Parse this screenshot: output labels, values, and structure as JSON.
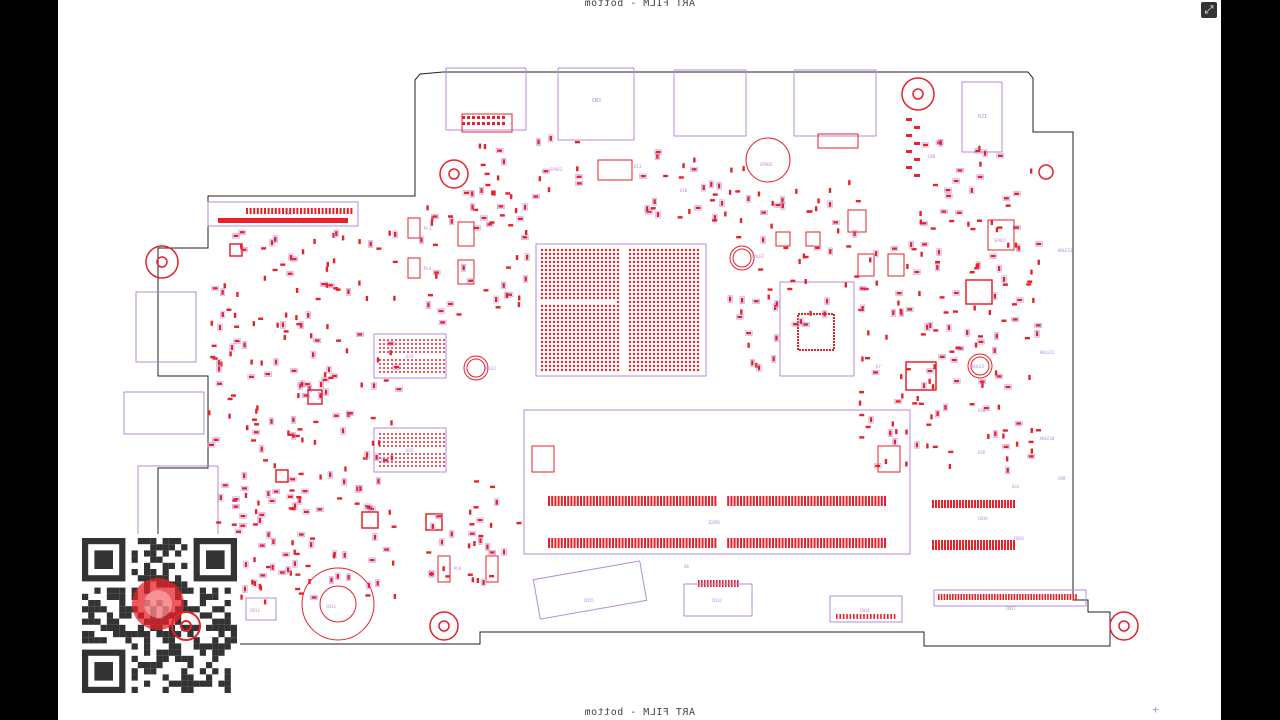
{
  "viewer": {
    "film_label_top": "ART FILM - bottom",
    "film_label_bottom": "ART FILM - bottom",
    "fit_button_icon": "fit-screen-icon"
  },
  "board": {
    "outline_color": "#222222",
    "copper_color": "#e8202a",
    "silk_color": "#b48ae0",
    "labels": {
      "cn1": "CN1",
      "cn3": "CN3",
      "cn17": "CN17",
      "cn14": "CN14",
      "cn12": "CN12",
      "cn13": "CN13",
      "cn11": "CN11",
      "cn15": "CN15",
      "cn19": "CN19",
      "cn20": "CN20",
      "u24": "U24",
      "u25": "U25",
      "u13": "U13",
      "u18": "U18",
      "u26": "U26",
      "u28": "U28",
      "u31": "U31",
      "u7": "U7",
      "u6": "U6",
      "jdimm": "JDIM1",
      "hole1": "HOLE1",
      "hole2": "HOLE2",
      "hole3": "HOLE3",
      "hole12": "HOLE12",
      "hole10": "HOLE10",
      "hole13": "HOLE13",
      "spad3": "SPAD3",
      "spad6": "SPAD6",
      "spad7": "SPAD7",
      "rj1": "RJ1",
      "pl1": "PL1",
      "pl4": "PL4",
      "pl9": "PL9",
      "cn8": "CN8",
      "cn9": "CN9"
    }
  }
}
